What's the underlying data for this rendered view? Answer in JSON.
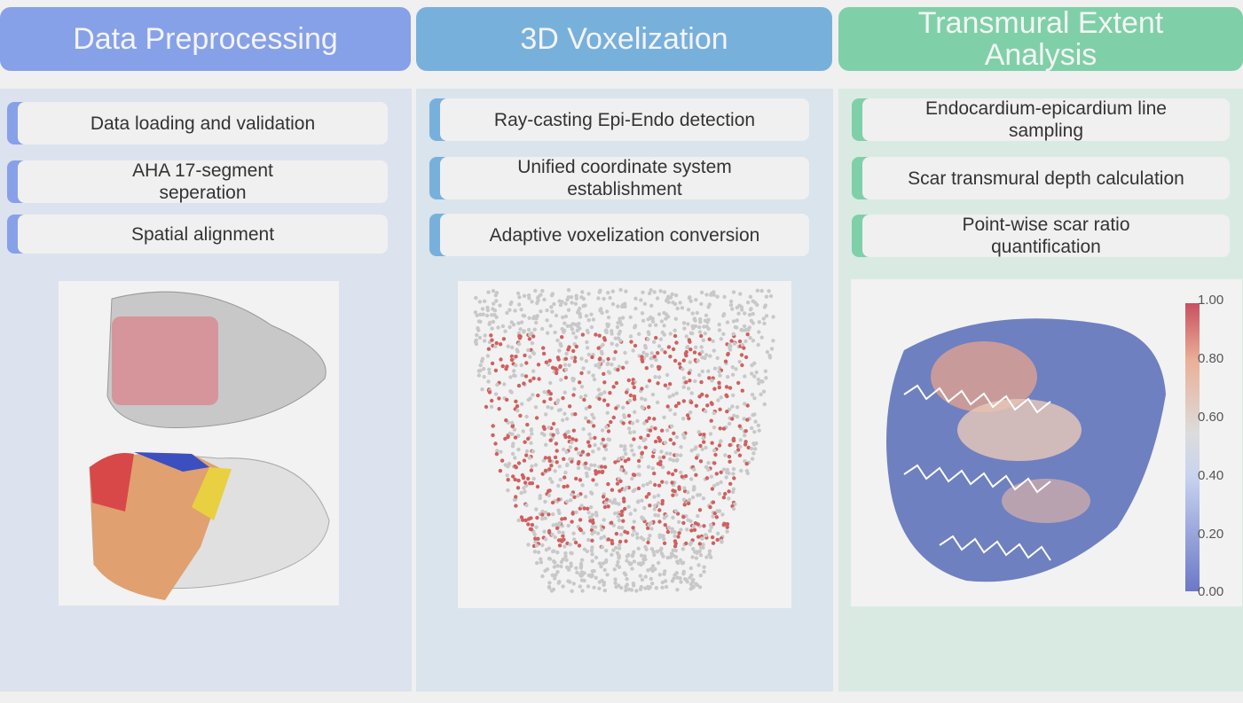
{
  "columns": [
    {
      "title": "Data Preprocessing",
      "color": "#87a1e8",
      "panel": "#dce2ee",
      "items": [
        "Data loading and validation",
        "AHA 17-segment seperation",
        "Spatial alignment"
      ]
    },
    {
      "title": "3D Voxelization",
      "color": "#78b0dc",
      "panel": "#d9e4ed",
      "items": [
        "Ray-casting Epi-Endo detection",
        "Unified coordinate system establishment",
        "Adaptive voxelization conversion"
      ]
    },
    {
      "title": "Transmural Extent Analysis",
      "color": "#7fd0a8",
      "panel": "#d9eae3",
      "items": [
        "Endocardium-epicardium line sampling",
        "Scar transmural depth calculation",
        "Point-wise scar ratio quantification"
      ]
    }
  ],
  "colorbar": {
    "ticks": [
      "1.00",
      "0.80",
      "0.60",
      "0.40",
      "0.20",
      "0.00"
    ]
  }
}
